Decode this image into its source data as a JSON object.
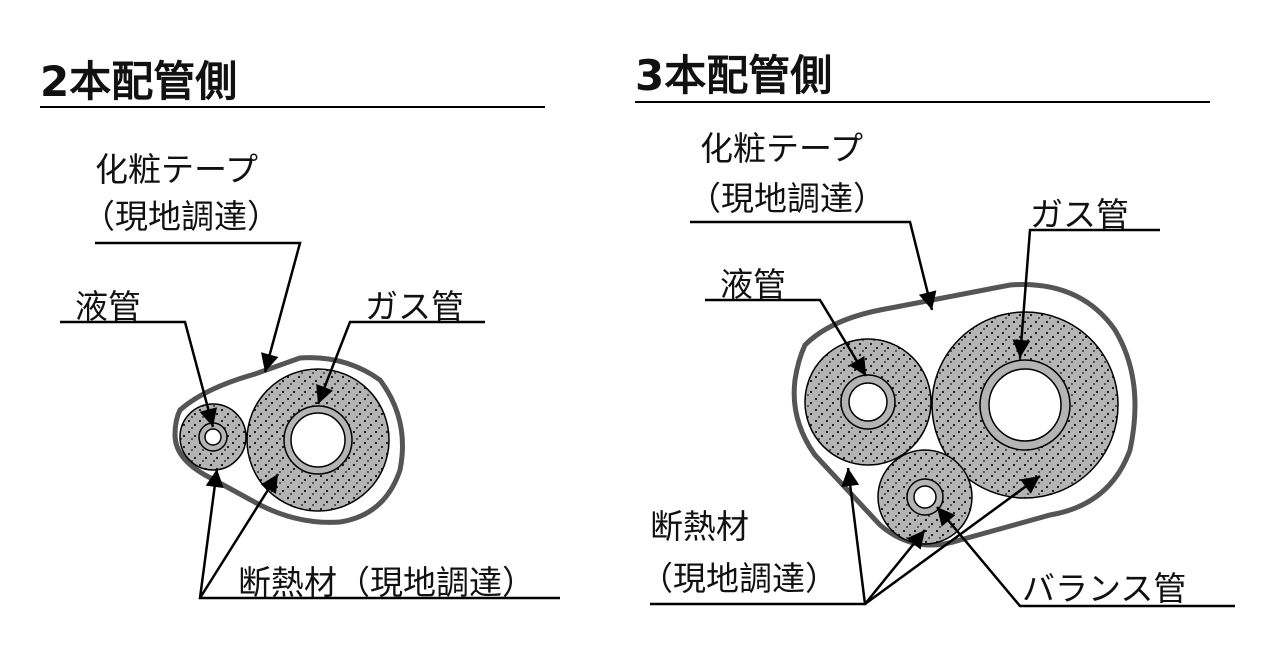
{
  "left": {
    "title": "2本配管側",
    "tape_label_1": "化粧テープ",
    "tape_label_2": "（現地調達）",
    "liquid_label": "液管",
    "gas_label": "ガス管",
    "insulation_label": "断熱材（現地調達）"
  },
  "right": {
    "title": "3本配管側",
    "tape_label_1": "化粧テープ",
    "tape_label_2": "（現地調達）",
    "liquid_label": "液管",
    "gas_label": "ガス管",
    "insulation_label_1": "断熱材",
    "insulation_label_2": "（現地調達）",
    "balance_label": "バランス管"
  },
  "colors": {
    "insulation": "#b4b4b4",
    "tape": "#555555",
    "line": "#000000"
  }
}
